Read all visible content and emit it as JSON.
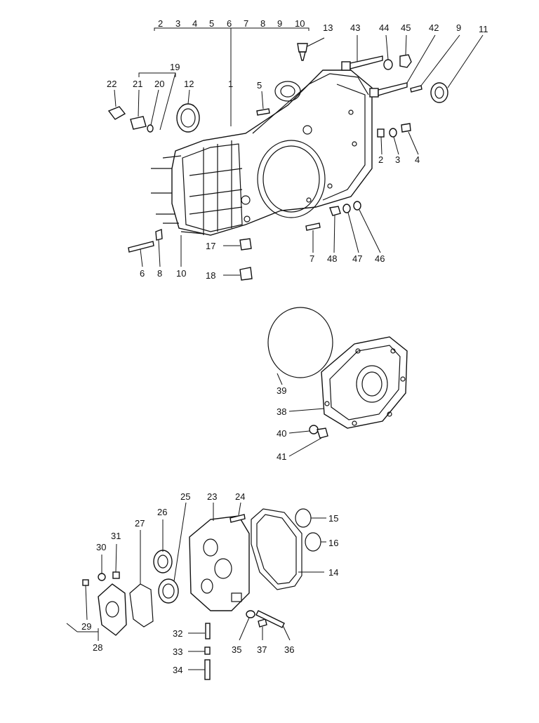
{
  "labels": {
    "l1": "1",
    "l2_top": "2",
    "l3_top": "3",
    "l4_top": "4",
    "l5_top": "5",
    "l6_top": "6",
    "l7_top": "7",
    "l8_top": "8",
    "l9_top": "9",
    "l10_top": "10",
    "l13": "13",
    "l43": "43",
    "l44": "44",
    "l45": "45",
    "l42": "42",
    "l9": "9",
    "l11": "11",
    "l19": "19",
    "l22": "22",
    "l21": "21",
    "l20": "20",
    "l12": "12",
    "l5": "5",
    "l2": "2",
    "l3": "3",
    "l4": "4",
    "l17": "17",
    "l18": "18",
    "l6": "6",
    "l8": "8",
    "l10": "10",
    "l7": "7",
    "l48": "48",
    "l47": "47",
    "l46": "46",
    "l39": "39",
    "l38": "38",
    "l40": "40",
    "l41": "41",
    "l25": "25",
    "l23": "23",
    "l24": "24",
    "l15": "15",
    "l16": "16",
    "l14": "14",
    "l26": "26",
    "l27": "27",
    "l30": "30",
    "l31": "31",
    "l29": "29",
    "l28": "28",
    "l32": "32",
    "l33": "33",
    "l34": "34",
    "l35": "35",
    "l37": "37",
    "l36": "36"
  }
}
